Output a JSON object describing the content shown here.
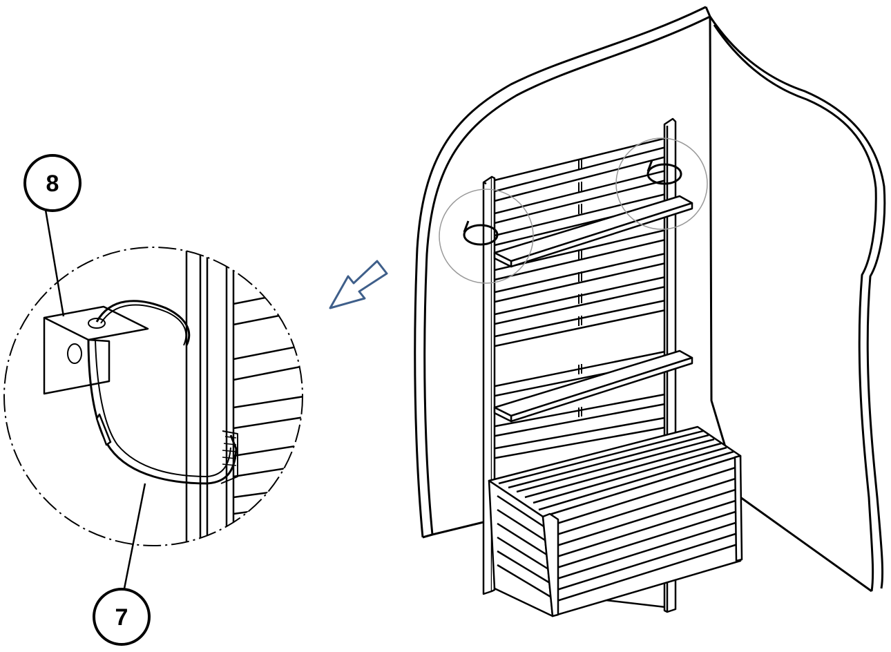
{
  "callouts": [
    {
      "id": "part-8",
      "label": "8"
    },
    {
      "id": "part-7",
      "label": "7"
    }
  ],
  "colors": {
    "line": "#000000",
    "background": "#ffffff",
    "arrow": "#3f5f8a",
    "highlight_circle": "#999999"
  }
}
